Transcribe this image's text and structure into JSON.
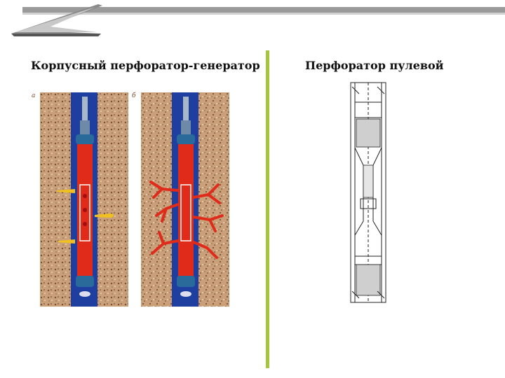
{
  "slide": {
    "left_title": "Корпусный перфоратор-генератор",
    "right_title": "Перфоратор пулевой",
    "panel_a_letter": "а",
    "panel_b_letter": "б"
  },
  "colors": {
    "accent_divider": "#a6c63c",
    "rock": "#c9a07a",
    "casing": "#1e3fa0",
    "body": "#e02a1a",
    "bullet": "#f0c020"
  },
  "icons": {
    "logo": "swoosh-logo-icon"
  }
}
